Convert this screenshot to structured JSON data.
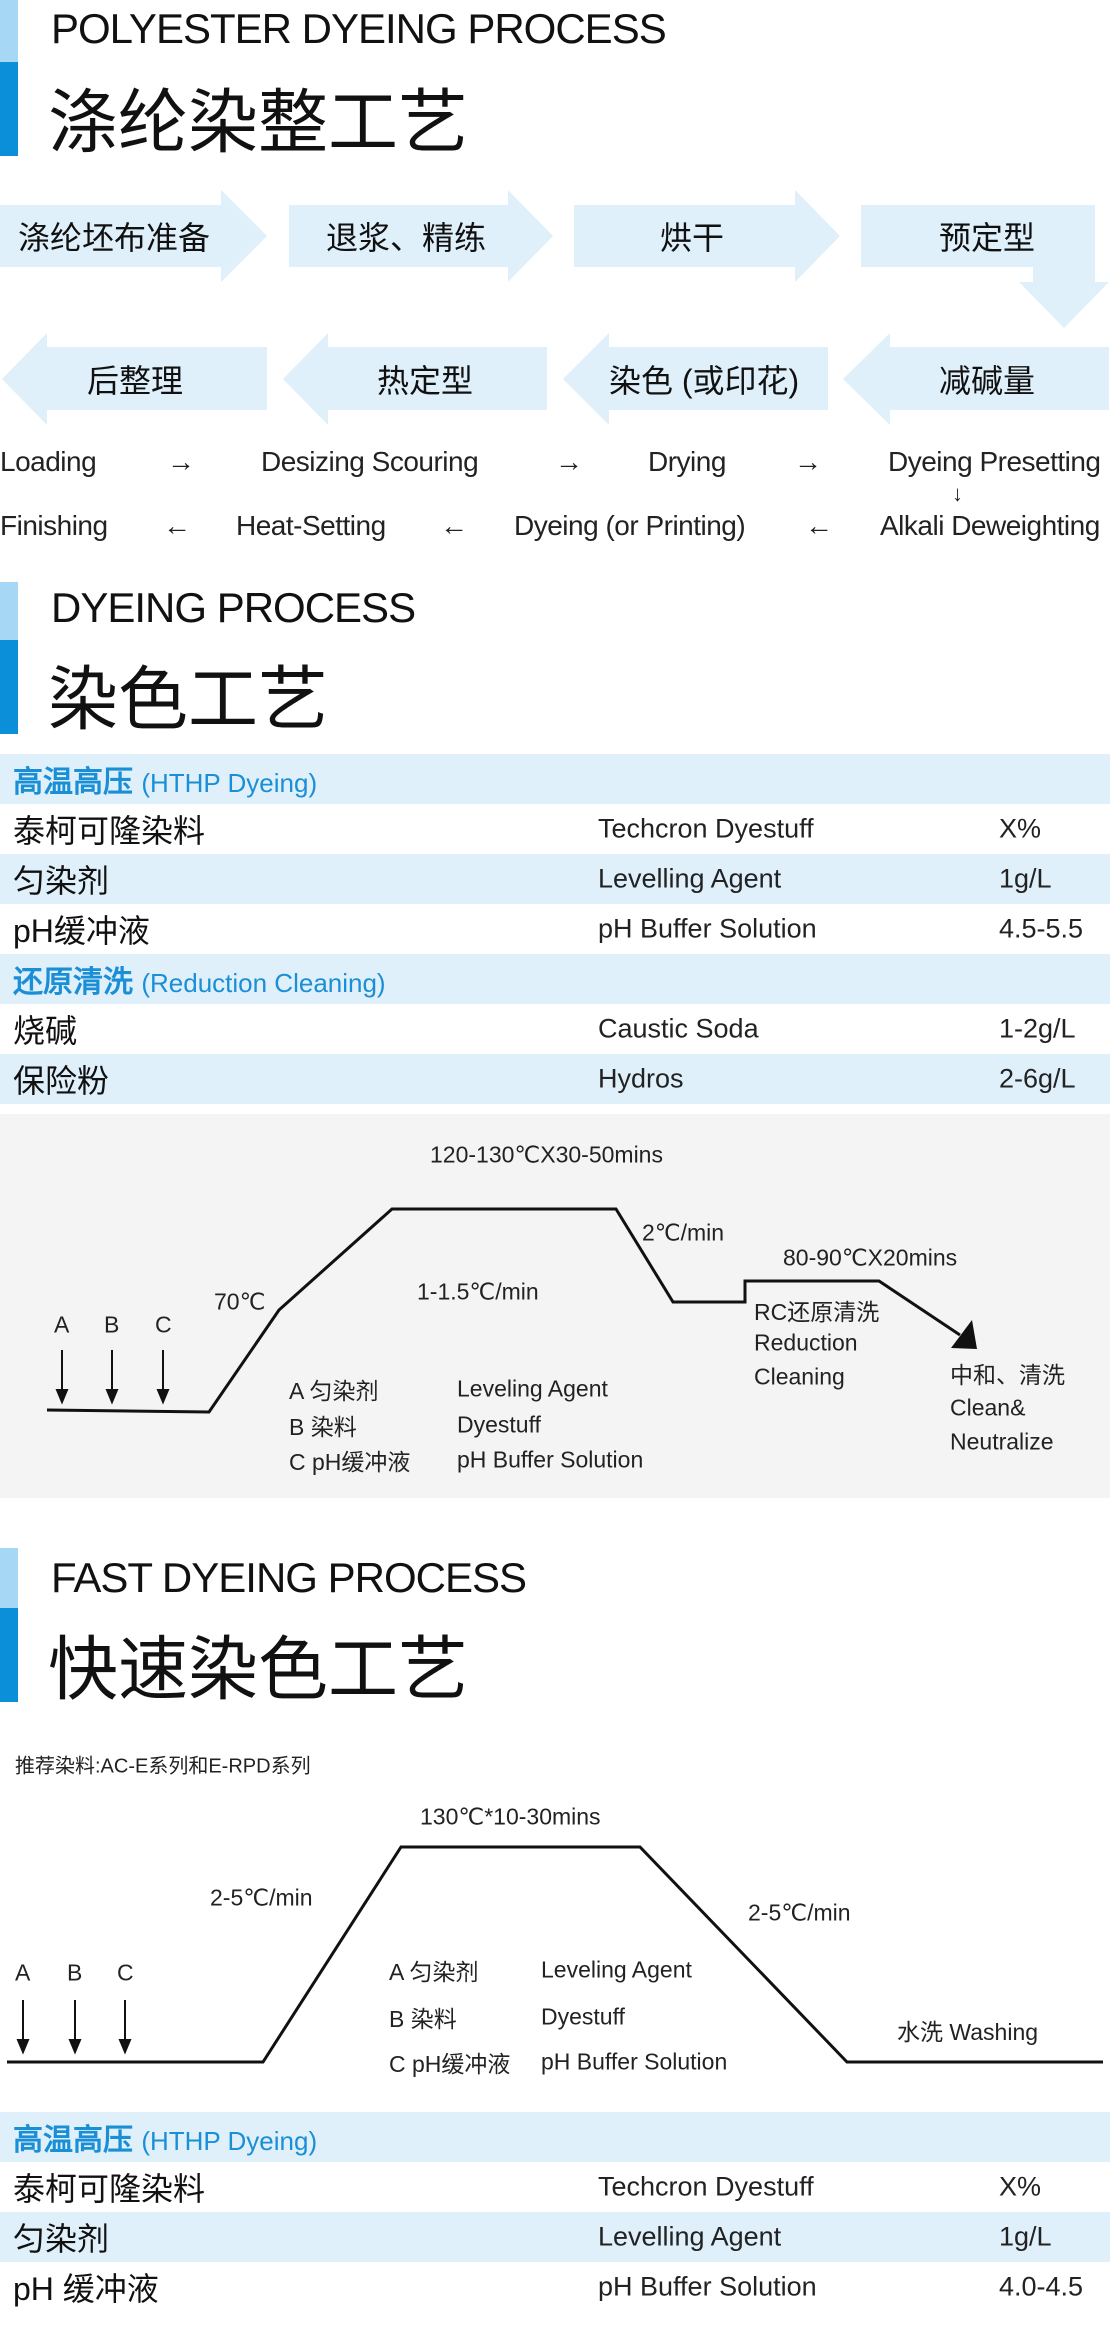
{
  "section1": {
    "title_en": "POLYESTER DYEING PROCESS",
    "title_cn": "涤纶染整工艺",
    "flow_cn_row1": [
      "涤纶坯布准备",
      "退浆、精练",
      "烘干",
      "预定型"
    ],
    "flow_cn_row2": [
      "后整理",
      "热定型",
      "染色 (或印花)",
      "减碱量"
    ],
    "flow_en_row1": [
      "Loading",
      "Desizing Scouring",
      "Drying",
      "Dyeing Presetting"
    ],
    "flow_en_row2": [
      "Finishing",
      "Heat-Setting",
      "Dyeing (or Printing)",
      "Alkali Deweighting"
    ],
    "arrow_right": "→",
    "arrow_left": "←",
    "arrow_down": "↓"
  },
  "section2": {
    "title_en": "DYEING PROCESS",
    "title_cn": "染色工艺",
    "table": {
      "group1": {
        "cn": "高温高压",
        "en": "(HTHP Dyeing)"
      },
      "group1_rows": [
        {
          "cn": "泰柯可隆染料",
          "en": "Techcron Dyestuff",
          "value": "X%"
        },
        {
          "cn": "匀染剂",
          "en": "Levelling Agent",
          "value": "1g/L"
        },
        {
          "cn": "pH缓冲液",
          "en": "pH Buffer Solution",
          "value": "4.5-5.5"
        }
      ],
      "group2": {
        "cn": "还原清洗",
        "en": "(Reduction Cleaning)"
      },
      "group2_rows": [
        {
          "cn": "烧碱",
          "en": "Caustic Soda",
          "value": "1-2g/L"
        },
        {
          "cn": "保险粉",
          "en": "Hydros",
          "value": "2-6g/L"
        }
      ]
    },
    "diagram": {
      "hold_label": "120-130℃X30-50mins",
      "start_temp": "70℃",
      "ramp_rate": "1-1.5℃/min",
      "cool_rate": "2℃/min",
      "rc_label": "80-90℃X20mins",
      "rc_cn": "RC还原清洗",
      "rc_en1": "Reduction",
      "rc_en2": "Cleaning",
      "end_cn": "中和、清洗",
      "end_en1": "Clean&",
      "end_en2": "Neutralize",
      "markers": [
        "A",
        "B",
        "C"
      ],
      "legend": [
        {
          "cn": "A 匀染剂",
          "en": "Leveling Agent"
        },
        {
          "cn": "B 染料",
          "en": "Dyestuff"
        },
        {
          "cn": "C pH缓冲液",
          "en": "pH Buffer Solution"
        }
      ]
    }
  },
  "section3": {
    "title_en": "FAST DYEING PROCESS",
    "title_cn": "快速染色工艺",
    "diagram": {
      "recommend": "推荐染料:AC-E系列和E-RPD系列",
      "hold_label": "130℃*10-30mins",
      "ramp_rate": "2-5℃/min",
      "cool_rate": "2-5℃/min",
      "end_label": "水洗 Washing",
      "markers": [
        "A",
        "B",
        "C"
      ],
      "legend": [
        {
          "cn": "A 匀染剂",
          "en": "Leveling Agent"
        },
        {
          "cn": "B 染料",
          "en": "Dyestuff"
        },
        {
          "cn": "C pH缓冲液",
          "en": "pH Buffer Solution"
        }
      ]
    },
    "table": {
      "group1": {
        "cn": "高温高压",
        "en": "(HTHP Dyeing)"
      },
      "rows": [
        {
          "cn": "泰柯可隆染料",
          "en": "Techcron Dyestuff",
          "value": "X%"
        },
        {
          "cn": "匀染剂",
          "en": "Levelling Agent",
          "value": "1g/L"
        },
        {
          "cn": "pH 缓冲液",
          "en": "pH Buffer Solution",
          "value": "4.0-4.5"
        }
      ]
    }
  },
  "colors": {
    "accent": "#0a8fd8",
    "accent_light": "#a6d8f5",
    "row_blue": "#dff0fb",
    "header_text": "#1a8fd6",
    "panel_gray": "#f4f4f4"
  }
}
